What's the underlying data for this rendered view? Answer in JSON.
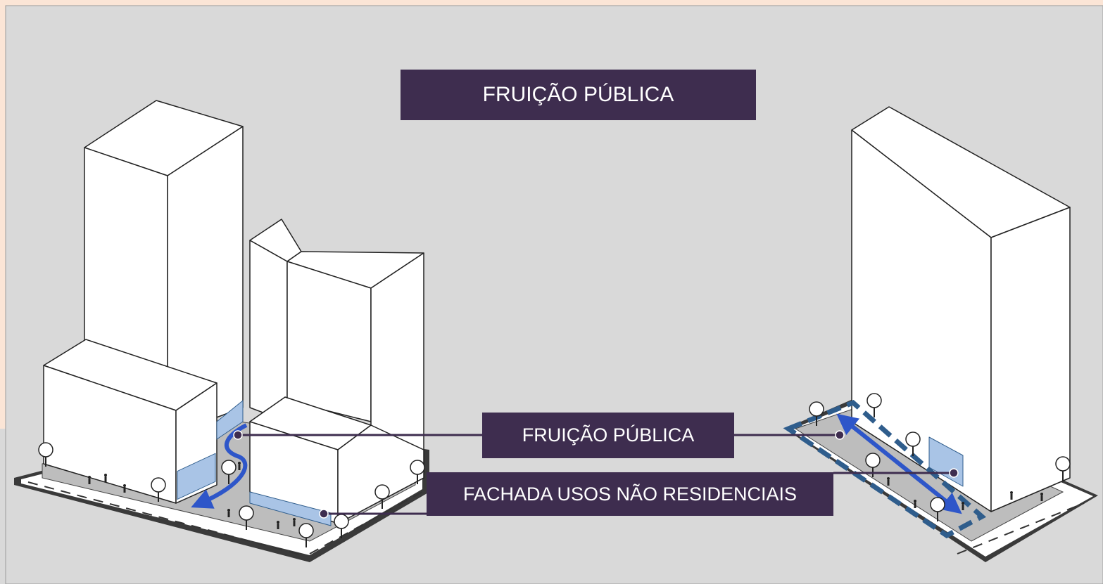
{
  "title": "FRUIÇÃO PÚBLICA",
  "labels": {
    "fruicao_publica": "FRUIÇÃO PÚBLICA",
    "fachada_usos": "FACHADA USOS NÃO RESIDENCIAIS"
  },
  "colors": {
    "background": "#d9d9d9",
    "label_box": "#3e2d4f",
    "label_text": "#ffffff",
    "building": "#ffffff",
    "facade_panel": "#a9c4e6",
    "flow_arrow": "#2e56c9",
    "fruicao_outline": "#2f5d8c",
    "ground": "#bdbdbd"
  }
}
